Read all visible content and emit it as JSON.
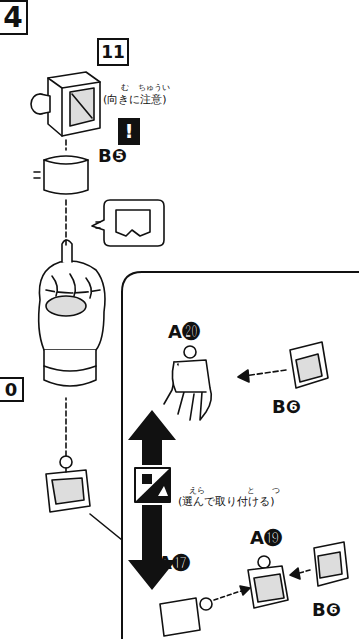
{
  "diagram": {
    "nodes": [
      {
        "text": [
          "4"
        ]
      },
      {
        "text": [
          "11"
        ]
      },
      {
        "text": [
          "0"
        ]
      }
    ],
    "labels": [
      "む",
      "ちゅうい",
      "(向きに注意)",
      "!",
      "B❺",
      "A⓴",
      "B❻",
      "えら",
      "と",
      "つ",
      "(選んで取り付ける)",
      "A⓳",
      "A⓱",
      "B❻"
    ]
  }
}
